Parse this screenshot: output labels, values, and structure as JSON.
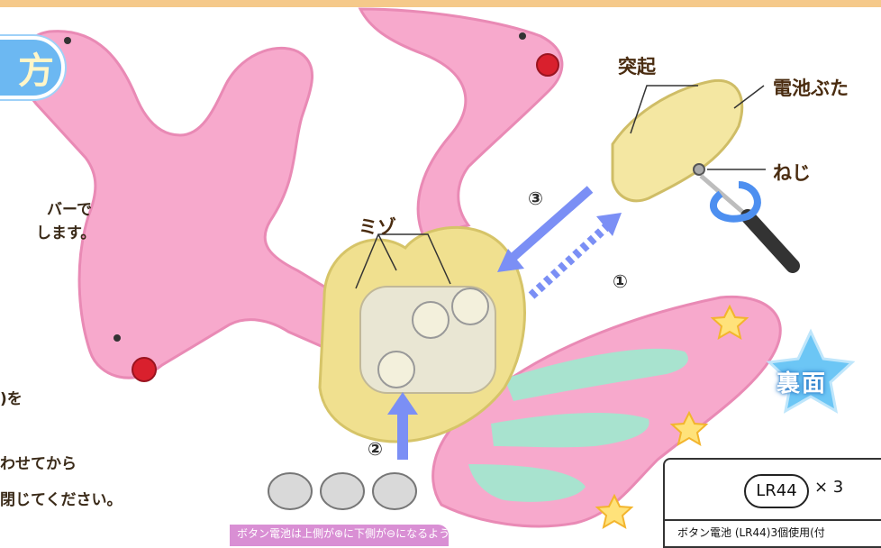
{
  "title_fragment": "方",
  "left_text": {
    "line1": "バーで",
    "line2": "します。",
    "line3": ")を",
    "line4": "わせてから",
    "line5": "閉じてください。"
  },
  "labels": {
    "tokki": "突起",
    "denchi_futa": "電池ぶた",
    "neji": "ねじ",
    "mizo": "ミゾ"
  },
  "steps": {
    "step1": "①",
    "step2": "②",
    "step3": "③"
  },
  "badge": "裏面",
  "battery_info": {
    "model": "LR44",
    "count": "× 3",
    "note": "ボタン電池 (LR44)3個使用(付"
  },
  "bottom_note": "ボタン電池は上側が⊕に下側が⊖になるようにセットします",
  "colors": {
    "arrow": "#7b8ff5",
    "wand_pink": "#f7a9cc",
    "cover_yellow": "#f4e7a2"
  }
}
